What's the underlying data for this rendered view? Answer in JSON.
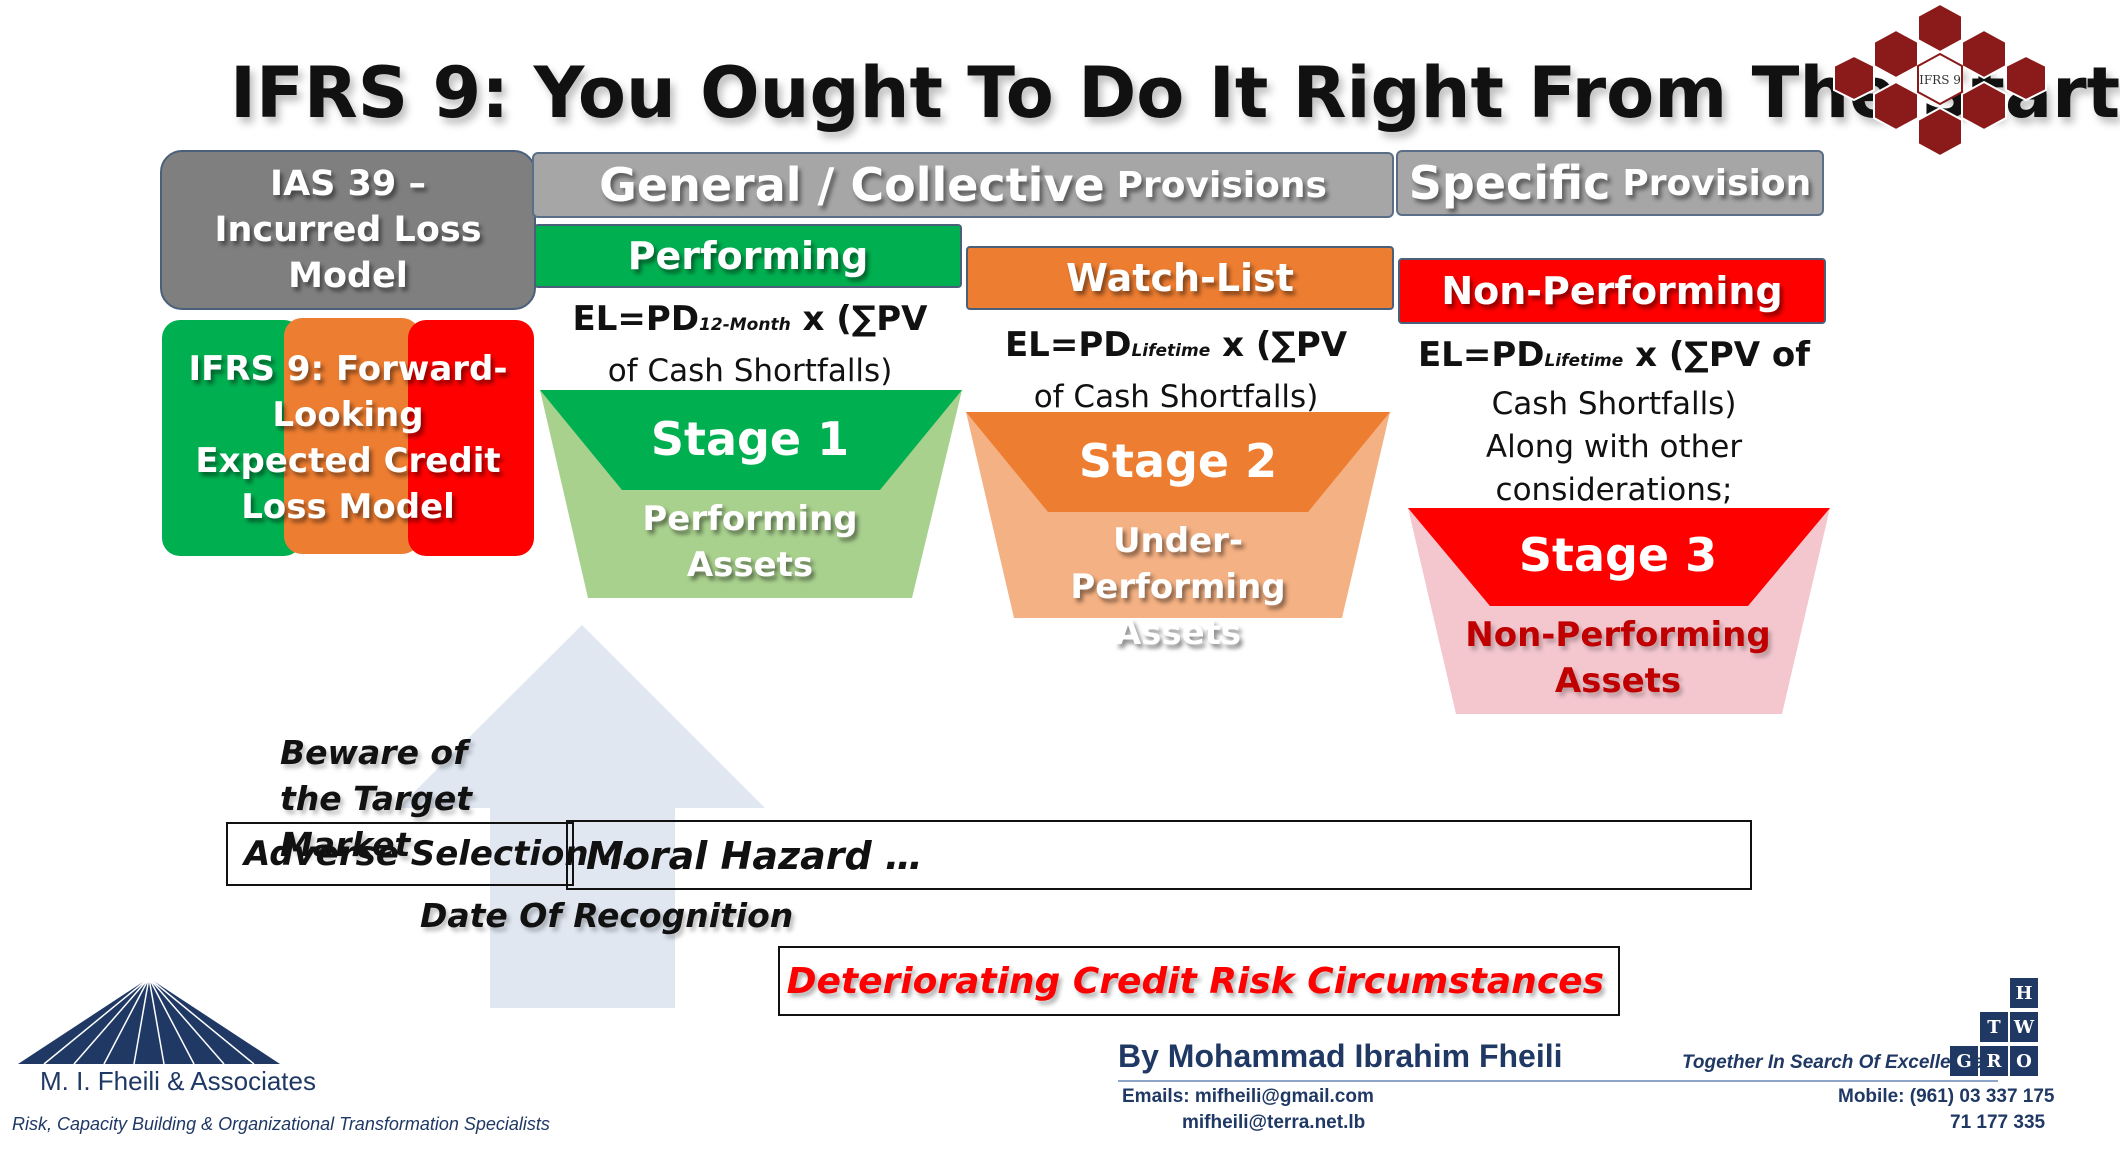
{
  "title": "IFRS 9: You Ought To Do It Right From The Start",
  "ias39": "IAS 39 – Incurred Loss Model",
  "ifrs9": "IFRS 9: Forward-Looking Expected Credit Loss Model",
  "general_header": {
    "main": "General / Collective",
    "suffix": "Provisions"
  },
  "specific_header": {
    "main": "Specific",
    "suffix": "Provision"
  },
  "columns": [
    {
      "tag": "Performing",
      "el_pre": "EL=PD",
      "el_sub": "12-Month",
      "el_post": " x (∑PV",
      "el_line2": "of Cash Shortfalls)",
      "stage": "Stage 1",
      "assets": "Performing Assets"
    },
    {
      "tag": "Watch-List",
      "el_pre": "EL=PD",
      "el_sub": "Lifetime",
      "el_post": " x (∑PV",
      "el_line2": "of Cash Shortfalls)",
      "stage": "Stage 2",
      "assets": "Under-Performing Assets"
    },
    {
      "tag": "Non-Performing",
      "el_pre": "EL=PD",
      "el_sub": "Lifetime",
      "el_post": " x (∑PV of",
      "el_line2": "Cash Shortfalls)",
      "el_line3": "Along with other",
      "el_line4": "considerations;",
      "stage": "Stage 3",
      "assets": "Non-Performing Assets"
    }
  ],
  "beware": "Beware of the Target Market",
  "adverse": "Adverse Selection …",
  "moral": "Moral Hazard …",
  "date_recognition": "Date Of Recognition",
  "deteriorating": "Deteriorating Credit Risk Circumstances",
  "footer": {
    "org_name": "M. I. Fheili & Associates",
    "org_tagline": "Risk, Capacity Building & Organizational Transformation Specialists",
    "author": "By Mohammad Ibrahim Fheili",
    "emails_label": "Emails: mifheili@gmail.com",
    "email2": "mifheili@terra.net.lb",
    "slogan": "Together In Search Of Excellence!",
    "mobile": "Mobile:  (961) 03 337 175",
    "mobile2": "71 177 335",
    "grow_letters": [
      "H",
      "T",
      "W",
      "G",
      "R",
      "O"
    ]
  },
  "logo_center": "IFRS 9",
  "colors": {
    "green": "#00b050",
    "orange": "#ed7d31",
    "red": "#ff0000",
    "light_green": "#a9d18e",
    "light_orange": "#f4b183",
    "light_red": "#f4c7cf",
    "gray": "#a6a6a6",
    "dark_red": "#c00000",
    "navy": "#1f3864"
  }
}
